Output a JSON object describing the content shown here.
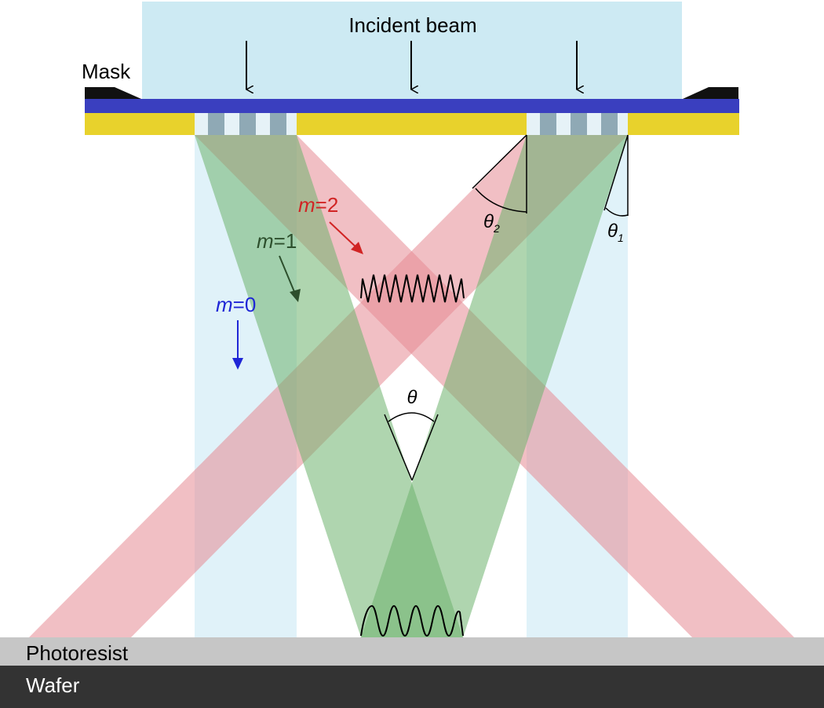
{
  "labels": {
    "incident_beam": "Incident beam",
    "mask": "Mask",
    "photoresist": "Photoresist",
    "wafer": "Wafer",
    "m_symbol": "m",
    "order_0": "=0",
    "order_1": "=1",
    "order_2": "=2",
    "theta": "θ",
    "theta_1_sub": "1",
    "theta_2_sub": "2"
  },
  "colors": {
    "incident_beam": "#cdeaf3",
    "zeroth_order": "#d6eef7",
    "first_order": "#6db36e",
    "second_order": "#e68a93",
    "mask_substrate": "#3a3fbf",
    "chrome_absorber": "#e8d22c",
    "grating_bar": "#8fa9b5",
    "photoresist": "#c6c6c6",
    "wafer": "#333333",
    "order_0_text": "#1f26d6",
    "order_1_text": "#2d4f2d",
    "order_2_text": "#d12424"
  }
}
